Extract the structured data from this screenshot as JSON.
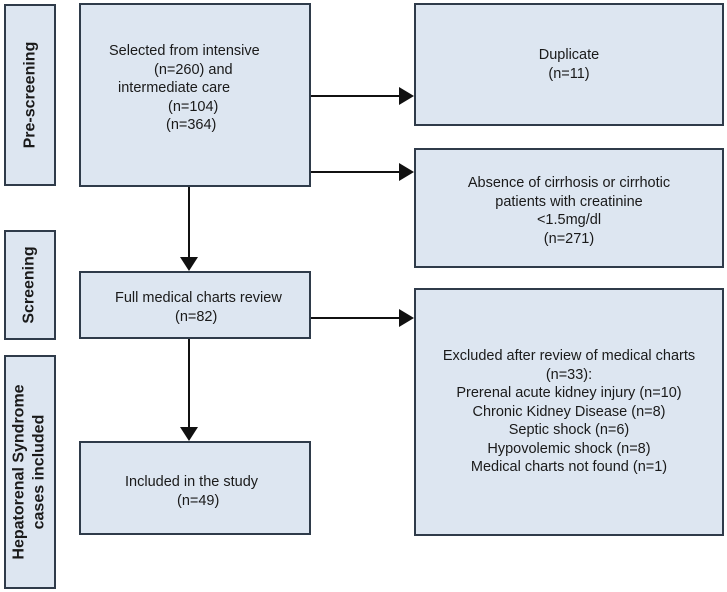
{
  "stages": {
    "pre_screening": "Pre-screening",
    "screening": "Screening",
    "included_line1": "Hepatorenal Syndrome",
    "included_line2": "cases included"
  },
  "boxes": {
    "selected": {
      "lines": [
        "Selected from intensive",
        "(n=260) and",
        "intermediate care",
        "(n=104)",
        "(n=364)"
      ]
    },
    "duplicate": {
      "lines": [
        "Duplicate",
        "(n=11)"
      ]
    },
    "absence": {
      "lines": [
        "Absence of cirrhosis or cirrhotic",
        "patients with creatinine",
        "<1.5mg/dl",
        "(n=271)"
      ]
    },
    "review": {
      "lines": [
        "Full medical charts review",
        "(n=82)"
      ]
    },
    "excluded": {
      "lines": [
        "Excluded after review of medical charts",
        "(n=33):",
        "Prerenal acute kidney injury (n=10)",
        "Chronic Kidney Disease (n=8)",
        "Septic shock (n=6)",
        "Hypovolemic shock (n=8)",
        "Medical charts not found (n=1)"
      ]
    },
    "included": {
      "lines": [
        "Included in the study",
        "(n=49)"
      ]
    }
  },
  "colors": {
    "box_fill": "#dde6f1",
    "border": "#2f3b4a",
    "arrow": "#111111"
  }
}
